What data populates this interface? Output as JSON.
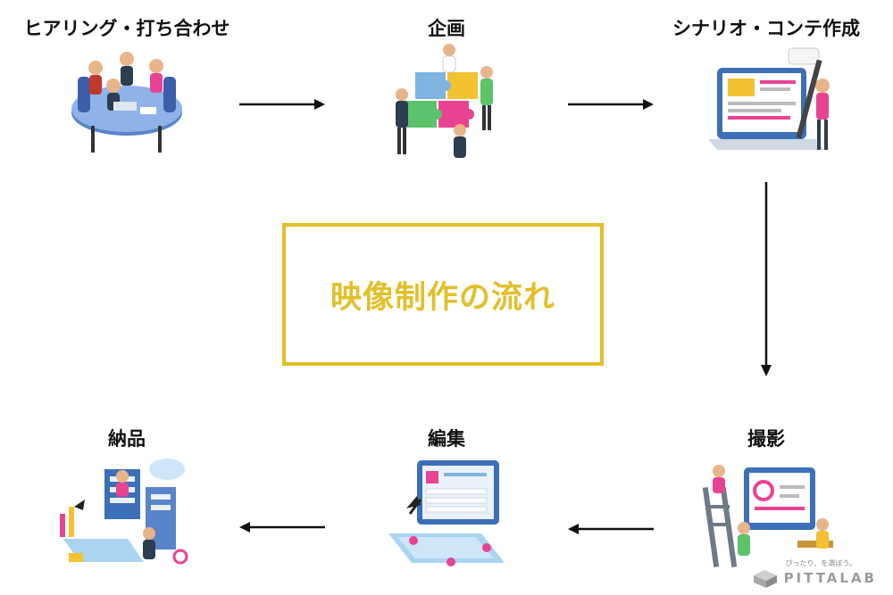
{
  "center_title": "映像制作の流れ",
  "steps": [
    {
      "label": "ヒアリング・打ち合わせ",
      "icon": "meeting-illustration"
    },
    {
      "label": "企画",
      "icon": "puzzle-team-illustration"
    },
    {
      "label": "シナリオ・コンテ作成",
      "icon": "storyboard-illustration"
    },
    {
      "label": "撮影",
      "icon": "shooting-illustration"
    },
    {
      "label": "編集",
      "icon": "editing-laptop-illustration"
    },
    {
      "label": "納品",
      "icon": "delivery-illustration"
    }
  ],
  "logo": {
    "tagline": "ぴったり、を選ぼう。",
    "name": "PITTALAB"
  },
  "colors": {
    "accent": "#e2bf2a",
    "text": "#111111",
    "arrow": "#111111"
  }
}
